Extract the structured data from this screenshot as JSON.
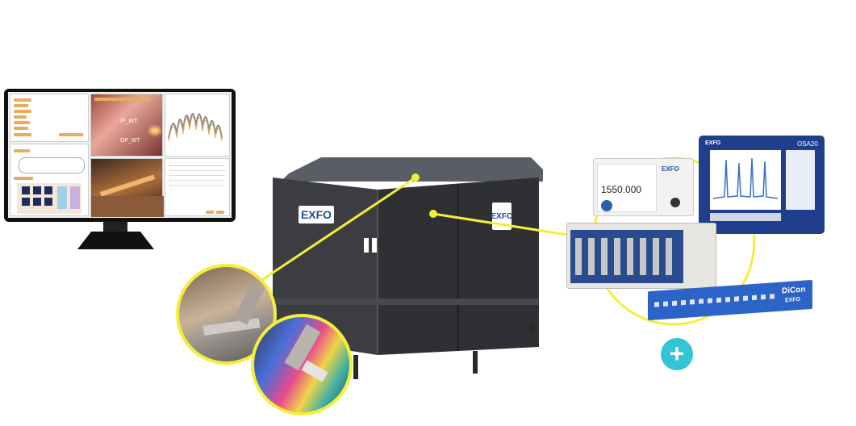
{
  "brand": {
    "logo": "EXFO",
    "accent_color": "#f4ee3a",
    "plus_color": "#33c4d6",
    "plus_symbol": "+"
  },
  "software_screen": {
    "camera_label_1": "IP_BIT",
    "camera_label_2": "OP_BIT"
  },
  "instruments": {
    "laser_display": "1550.000",
    "osa_model": "OSA20",
    "switch_brand": "DiCon",
    "switch_sub_brand": "EXFO"
  }
}
